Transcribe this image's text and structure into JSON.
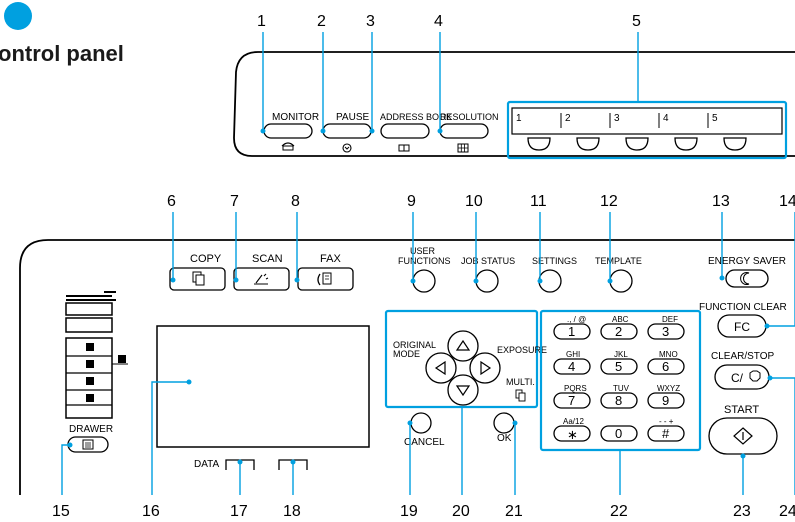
{
  "title": "ontrol panel",
  "top_buttons": {
    "monitor": "MONITOR",
    "pause": "PAUSE",
    "address_book": "ADDRESS BOOK",
    "resolution": "RESOLUTION"
  },
  "onetouch": [
    "1",
    "2",
    "3",
    "4",
    "5"
  ],
  "mode_buttons": {
    "copy": "COPY",
    "scan": "SCAN",
    "fax": "FAX"
  },
  "func": {
    "user_functions_1": "USER",
    "user_functions_2": "FUNCTIONS",
    "job_status": "JOB STATUS",
    "settings": "SETTINGS",
    "template": "TEMPLATE",
    "energy_saver": "ENERGY SAVER",
    "function_clear": "FUNCTION CLEAR",
    "fc": "FC",
    "clear_stop": "CLEAR/STOP",
    "cs": "C/",
    "start": "START",
    "drawer": "DRAWER",
    "data": "DATA",
    "cancel": "CANCEL",
    "ok": "OK",
    "original_mode_1": "ORIGINAL",
    "original_mode_2": "MODE",
    "exposure": "EXPOSURE",
    "multi": "MULTI."
  },
  "keypad": [
    {
      "sub": "., / @",
      "digit": "1"
    },
    {
      "sub": "ABC",
      "digit": "2"
    },
    {
      "sub": "DEF",
      "digit": "3"
    },
    {
      "sub": "GHI",
      "digit": "4"
    },
    {
      "sub": "JKL",
      "digit": "5"
    },
    {
      "sub": "MNO",
      "digit": "6"
    },
    {
      "sub": "PQRS",
      "digit": "7"
    },
    {
      "sub": "TUV",
      "digit": "8"
    },
    {
      "sub": "WXYZ",
      "digit": "9"
    },
    {
      "sub": "Aa/12",
      "digit": "∗"
    },
    {
      "sub": "",
      "digit": "0"
    },
    {
      "sub": "- - +",
      "digit": "#"
    }
  ],
  "callouts": {
    "c1": "1",
    "c2": "2",
    "c3": "3",
    "c4": "4",
    "c5": "5",
    "c6": "6",
    "c7": "7",
    "c8": "8",
    "c9": "9",
    "c10": "10",
    "c11": "11",
    "c12": "12",
    "c13": "13",
    "c14": "14",
    "c15": "15",
    "c16": "16",
    "c17": "17",
    "c18": "18",
    "c19": "19",
    "c20": "20",
    "c21": "21",
    "c22": "22",
    "c23": "23",
    "c24": "24"
  },
  "colors": {
    "accent": "#00a0e0",
    "ink": "#000000"
  }
}
